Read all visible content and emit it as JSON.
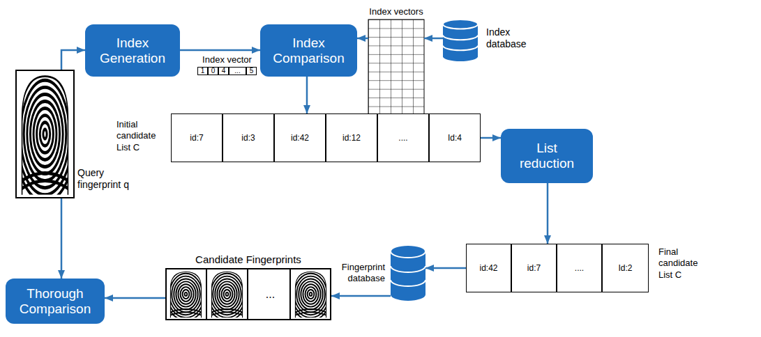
{
  "diagram": {
    "nodes": [
      {
        "text": [
          "Query fingerprint q"
        ]
      },
      {
        "text": [
          "Index Generation"
        ]
      },
      {
        "text": [
          "Index vector"
        ]
      },
      {
        "text": [
          "1"
        ],
        "in": 2
      },
      {
        "text": [
          "0"
        ],
        "in": 2
      },
      {
        "text": [
          "4"
        ],
        "in": 2
      },
      {
        "text": [
          "..."
        ],
        "in": 2
      },
      {
        "text": [
          "5"
        ],
        "in": 2
      },
      {
        "text": [
          "Index Comparison"
        ]
      },
      {
        "text": [
          "Index vectors"
        ]
      },
      {
        "text": [
          "Index database"
        ]
      },
      {
        "text": [
          "Initial candidate List C"
        ]
      },
      {
        "text": [
          "id:7"
        ],
        "in": 11
      },
      {
        "text": [
          "id:3"
        ],
        "in": 11
      },
      {
        "text": [
          "id:42"
        ],
        "in": 11
      },
      {
        "text": [
          "id:12"
        ],
        "in": 11
      },
      {
        "text": [
          "...."
        ],
        "in": 11
      },
      {
        "text": [
          "Id:4"
        ],
        "in": 11
      },
      {
        "text": [
          "List reduction"
        ]
      },
      {
        "text": [
          "Final candidate List C"
        ]
      },
      {
        "text": [
          "id:42"
        ],
        "in": 19
      },
      {
        "text": [
          "id:7"
        ],
        "in": 19
      },
      {
        "text": [
          "...."
        ],
        "in": 19
      },
      {
        "text": [
          "Id:2"
        ],
        "in": 19
      },
      {
        "text": [
          "Fingerprint database"
        ]
      },
      {
        "text": [
          "Candidate Fingerprints",
          "..."
        ]
      },
      {
        "text": [
          "Thorough Comparison"
        ]
      }
    ],
    "edges": [
      {
        "from": 0,
        "to": 1,
        "arrow": "to"
      },
      {
        "from": 1,
        "to": 8,
        "arrow": "to"
      },
      {
        "from": 10,
        "to": 9,
        "arrow": "to"
      },
      {
        "from": 9,
        "to": 8,
        "arrow": "to"
      },
      {
        "from": 8,
        "to": 11,
        "arrow": "to"
      },
      {
        "from": 11,
        "to": 18,
        "arrow": "to"
      },
      {
        "from": 18,
        "to": 19,
        "arrow": "to"
      },
      {
        "from": 19,
        "to": 24,
        "arrow": "to"
      },
      {
        "from": 24,
        "to": 25,
        "arrow": "to"
      },
      {
        "from": 25,
        "to": 26,
        "arrow": "to"
      },
      {
        "from": 0,
        "to": 26,
        "arrow": "to"
      }
    ]
  }
}
